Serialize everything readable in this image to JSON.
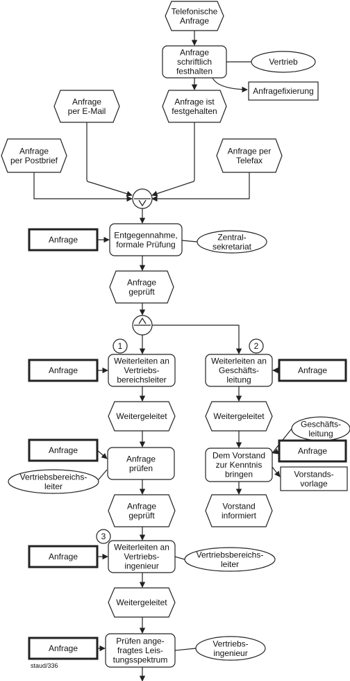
{
  "nodes": [
    {
      "id": "ev_tel",
      "kind": "event",
      "lines": [
        "Telefonische",
        "Anfrage"
      ]
    },
    {
      "id": "fn_schriftlich",
      "kind": "function",
      "lines": [
        "Anfrage",
        "schriftlich",
        "festhalten"
      ]
    },
    {
      "id": "org_vertrieb",
      "kind": "org",
      "lines": [
        "Vertrieb"
      ]
    },
    {
      "id": "doc_fixierung",
      "kind": "doc",
      "lines": [
        "Anfragefixierung"
      ]
    },
    {
      "id": "ev_email",
      "kind": "event",
      "lines": [
        "Anfrage",
        "per E-Mail"
      ]
    },
    {
      "id": "ev_festgehalten",
      "kind": "event",
      "lines": [
        "Anfrage ist",
        "festgehalten"
      ]
    },
    {
      "id": "ev_post",
      "kind": "event",
      "lines": [
        "Anfrage",
        "per Postbrief"
      ]
    },
    {
      "id": "ev_telefax",
      "kind": "event",
      "lines": [
        "Anfrage per",
        "Telefax"
      ]
    },
    {
      "id": "op_xor1",
      "kind": "operator",
      "symbol": "v"
    },
    {
      "id": "in_anfrage1",
      "kind": "info",
      "lines": [
        "Anfrage"
      ]
    },
    {
      "id": "fn_entgegennahme",
      "kind": "function",
      "lines": [
        "Entgegennahme,",
        "formale Prüfung"
      ]
    },
    {
      "id": "org_zentral",
      "kind": "org",
      "lines": [
        "Zentral-",
        "sekretariat"
      ]
    },
    {
      "id": "ev_geprueft1",
      "kind": "event",
      "lines": [
        "Anfrage",
        "geprüft"
      ]
    },
    {
      "id": "op_and",
      "kind": "operator",
      "symbol": "^"
    },
    {
      "id": "num_1",
      "kind": "number",
      "lines": [
        "1"
      ]
    },
    {
      "id": "num_2",
      "kind": "number",
      "lines": [
        "2"
      ]
    },
    {
      "id": "in_anfrage2",
      "kind": "info",
      "lines": [
        "Anfrage"
      ]
    },
    {
      "id": "fn_weiter_vbl",
      "kind": "function",
      "lines": [
        "Weiterleiten an",
        "Vertriebs-",
        "bereichsleiter"
      ]
    },
    {
      "id": "fn_weiter_gl",
      "kind": "function",
      "lines": [
        "Weiterleiten an",
        "Geschäfts-",
        "leitung"
      ]
    },
    {
      "id": "in_anfrage3",
      "kind": "info",
      "lines": [
        "Anfrage"
      ]
    },
    {
      "id": "ev_weitergeleitet1",
      "kind": "event",
      "lines": [
        "Weitergeleitet"
      ]
    },
    {
      "id": "ev_weitergeleitet2",
      "kind": "event",
      "lines": [
        "Weitergeleitet"
      ]
    },
    {
      "id": "in_anfrage4",
      "kind": "info",
      "lines": [
        "Anfrage"
      ]
    },
    {
      "id": "fn_pruefen",
      "kind": "function",
      "lines": [
        "Anfrage",
        "prüfen"
      ]
    },
    {
      "id": "org_vbl1",
      "kind": "org",
      "lines": [
        "Vertriebsbereichs-",
        "leiter"
      ]
    },
    {
      "id": "org_gl",
      "kind": "org",
      "lines": [
        "Geschäfts-",
        "leitung"
      ]
    },
    {
      "id": "in_anfrage5",
      "kind": "info",
      "lines": [
        "Anfrage"
      ]
    },
    {
      "id": "fn_vorstand",
      "kind": "function",
      "lines": [
        "Dem Vorstand",
        "zur Kenntnis",
        "bringen"
      ]
    },
    {
      "id": "doc_vorlage",
      "kind": "doc",
      "lines": [
        "Vorstands-",
        "vorlage"
      ]
    },
    {
      "id": "ev_geprueft2",
      "kind": "event",
      "lines": [
        "Anfrage",
        "geprüft"
      ]
    },
    {
      "id": "ev_vorstand_inf",
      "kind": "event",
      "lines": [
        "Vorstand",
        "informiert"
      ]
    },
    {
      "id": "num_3",
      "kind": "number",
      "lines": [
        "3"
      ]
    },
    {
      "id": "in_anfrage6",
      "kind": "info",
      "lines": [
        "Anfrage"
      ]
    },
    {
      "id": "fn_weiter_vi",
      "kind": "function",
      "lines": [
        "Weiterleiten an",
        "Vertriebs-",
        "ingenieur"
      ]
    },
    {
      "id": "org_vbl2",
      "kind": "org",
      "lines": [
        "Vertriebsbereichs-",
        "leiter"
      ]
    },
    {
      "id": "ev_weitergeleitet3",
      "kind": "event",
      "lines": [
        "Weitergeleitet"
      ]
    },
    {
      "id": "in_anfrage7",
      "kind": "info",
      "lines": [
        "Anfrage"
      ]
    },
    {
      "id": "fn_leistung",
      "kind": "function",
      "lines": [
        "Prüfen ange-",
        "fragtes Leis-",
        "tungsspektrum"
      ]
    },
    {
      "id": "org_vi",
      "kind": "org",
      "lines": [
        "Vertriebs-",
        "ingenieur"
      ]
    }
  ],
  "caption": "staud/336"
}
